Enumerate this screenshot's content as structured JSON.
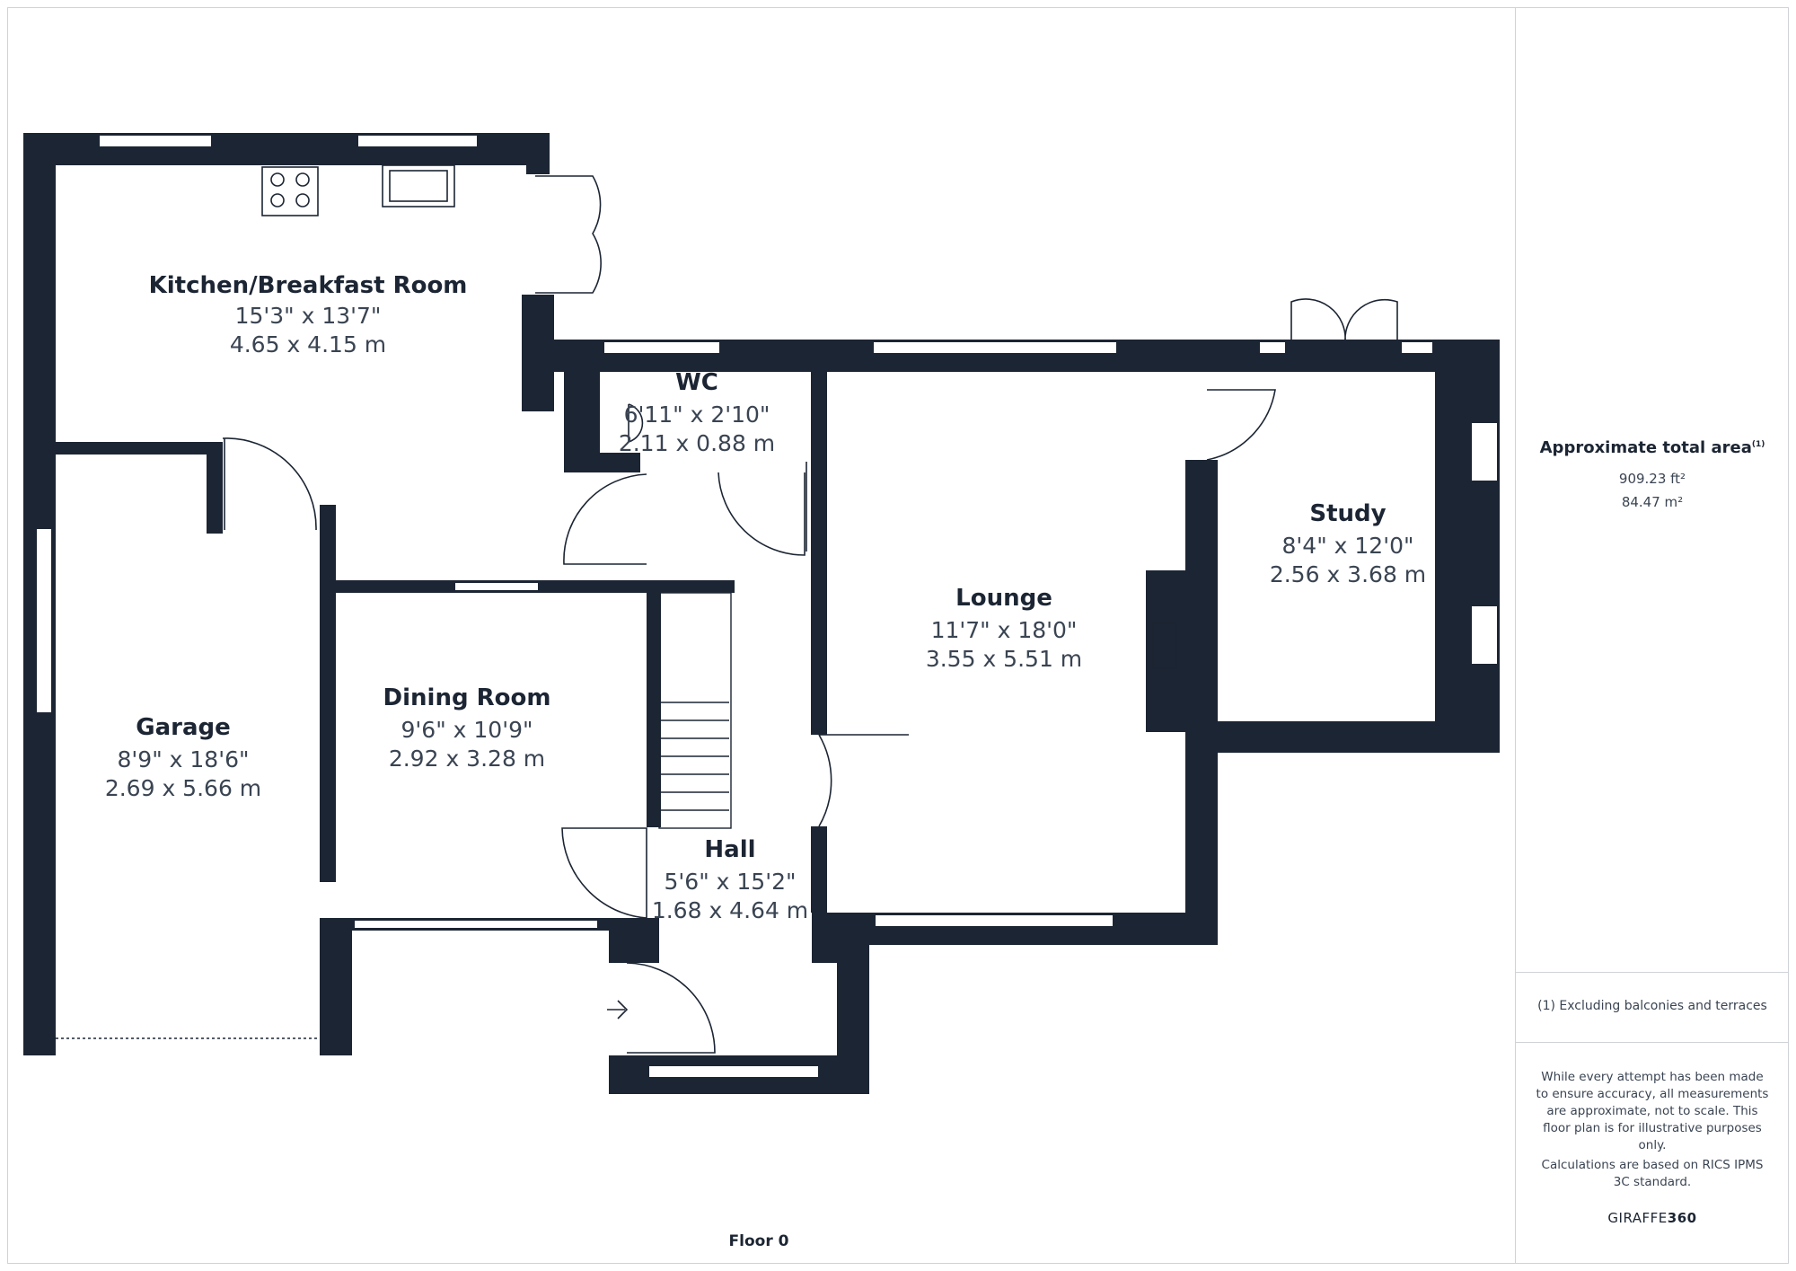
{
  "rooms": {
    "kitchen": {
      "name": "Kitchen/Breakfast Room",
      "imperial": "15'3\" x 13'7\"",
      "metric": "4.65 x 4.15 m"
    },
    "wc": {
      "name": "WC",
      "imperial": "6'11\" x 2'10\"",
      "metric": "2.11 x 0.88 m"
    },
    "study": {
      "name": "Study",
      "imperial": "8'4\" x 12'0\"",
      "metric": "2.56 x 3.68 m"
    },
    "lounge": {
      "name": "Lounge",
      "imperial": "11'7\" x 18'0\"",
      "metric": "3.55 x 5.51 m"
    },
    "garage": {
      "name": "Garage",
      "imperial": "8'9\" x 18'6\"",
      "metric": "2.69 x 5.66 m"
    },
    "dining": {
      "name": "Dining Room",
      "imperial": "9'6\" x 10'9\"",
      "metric": "2.92 x 3.28 m"
    },
    "hall": {
      "name": "Hall",
      "imperial": "5'6\" x 15'2\"",
      "metric": "1.68 x 4.64 m"
    }
  },
  "floor_label": "Floor 0",
  "sidebar": {
    "area_title": "Approximate total area",
    "area_note_marker": "(1)",
    "area_ft": "909.23 ft²",
    "area_m": "84.47 m²",
    "exclusion_note": "(1) Excluding balconies and terraces",
    "disclaimer": "While every attempt has been made to ensure accuracy, all measurements are approximate, not to scale. This floor plan is for illustrative purposes only.",
    "calc_note": "Calculations are based on RICS IPMS 3C standard.",
    "brand_prefix": "GIRAFFE",
    "brand_suffix": "360"
  },
  "colors": {
    "wall": "#1c2533",
    "text": "#1c2533",
    "border": "#cfd3d8"
  }
}
